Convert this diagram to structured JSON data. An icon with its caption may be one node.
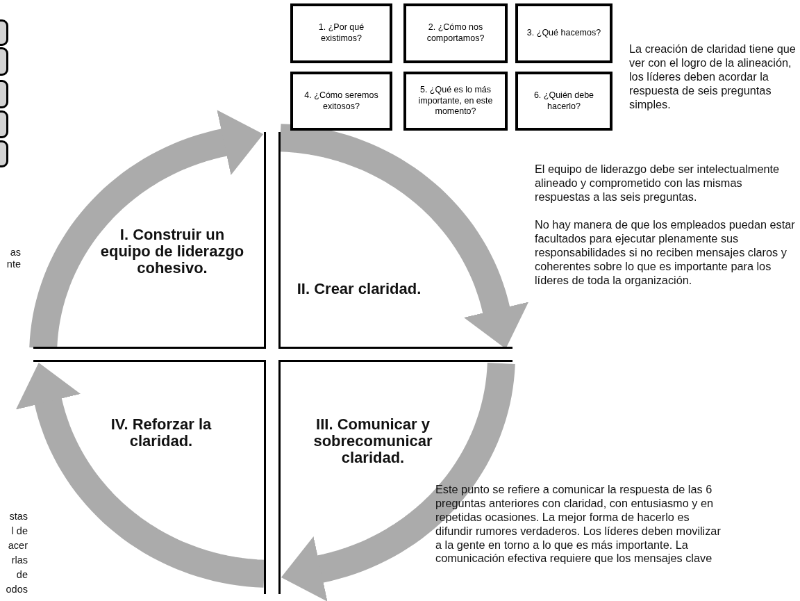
{
  "diagram": {
    "nodes": [
      {
        "text": [
          "1. ¿Por qué existimos?"
        ]
      },
      {
        "text": [
          "2. ¿Cómo nos comportamos?"
        ]
      },
      {
        "text": [
          "3. ¿Qué hacemos?"
        ]
      },
      {
        "text": [
          "4. ¿Cómo seremos exitosos?"
        ]
      },
      {
        "text": [
          "5. ¿Qué es lo más importante, en este momento?"
        ]
      },
      {
        "text": [
          "6. ¿Quién debe hacerlo?"
        ]
      },
      {
        "text": [],
        "shape": "box"
      },
      {
        "text": [],
        "shape": "box"
      },
      {
        "text": [],
        "shape": "box"
      },
      {
        "text": [],
        "shape": "box"
      },
      {
        "text": [],
        "shape": "box"
      },
      {
        "text": [
          "I. Construir un equipo de liderazgo cohesivo."
        ]
      },
      {
        "text": [
          "II. Crear claridad."
        ]
      },
      {
        "text": [
          "III.  Comunicar y sobrecomunicar claridad."
        ]
      },
      {
        "text": [
          "IV.  Reforzar la claridad."
        ]
      }
    ],
    "edges": [
      {
        "from": 11,
        "to": 12,
        "arrow": "to"
      },
      {
        "from": 12,
        "to": 13,
        "arrow": "to"
      },
      {
        "from": 13,
        "to": 14,
        "arrow": "to"
      },
      {
        "from": 14,
        "to": 11,
        "arrow": "to"
      }
    ],
    "labels": [
      "La creación de claridad tiene que ver con el logro de la alineación, los líderes deben acordar la respuesta de seis preguntas simples.",
      "El equipo de liderazgo debe ser intelectualmente alineado y comprometido con las mismas respuestas a las seis preguntas.",
      "No hay manera de que los empleados puedan estar facultados para ejecutar plenamente sus responsabilidades si no reciben mensajes claros y coherentes sobre lo que es importante para los líderes de toda la organización.",
      "as",
      "nte",
      "Este punto se refiere a comunicar la respuesta de las 6 preguntas anteriores con claridad, con entusiasmo y en repetidas ocasiones. La mejor forma de hacerlo es difundir rumores verdaderos. Los líderes deben movilizar a la gente en torno a lo que es más importante. La comunicación efectiva requiere que los mensajes clave",
      "stas",
      "l de",
      "acer",
      "rlas",
      "de",
      "odos"
    ]
  }
}
